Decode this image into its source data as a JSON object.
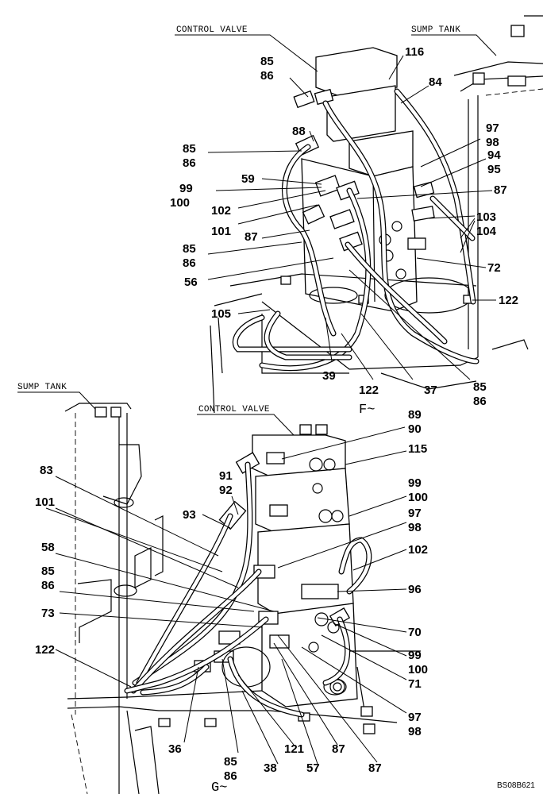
{
  "captions": {
    "control_valve_top": "CONTROL VALVE",
    "sump_tank_top": "SUMP TANK",
    "sump_tank_bottom": "SUMP TANK",
    "control_valve_bottom": "CONTROL VALVE"
  },
  "view_labels": {
    "view_f": "F~",
    "view_g": "G~"
  },
  "drawing_code": "BS08B621",
  "top_view_callouts": [
    "85",
    "86",
    "116",
    "84",
    "88",
    "97",
    "98",
    "85",
    "86",
    "94",
    "95",
    "59",
    "99",
    "100",
    "87",
    "102",
    "101",
    "103",
    "104",
    "87",
    "85",
    "86",
    "72",
    "56",
    "122",
    "105",
    "39",
    "122",
    "37",
    "85",
    "86"
  ],
  "bottom_view_callouts": [
    "89",
    "90",
    "115",
    "83",
    "91",
    "92",
    "99",
    "100",
    "101",
    "93",
    "97",
    "98",
    "58",
    "102",
    "85",
    "86",
    "96",
    "73",
    "70",
    "122",
    "99",
    "100",
    "71",
    "97",
    "98",
    "36",
    "121",
    "87",
    "85",
    "86",
    "38",
    "57",
    "87"
  ]
}
